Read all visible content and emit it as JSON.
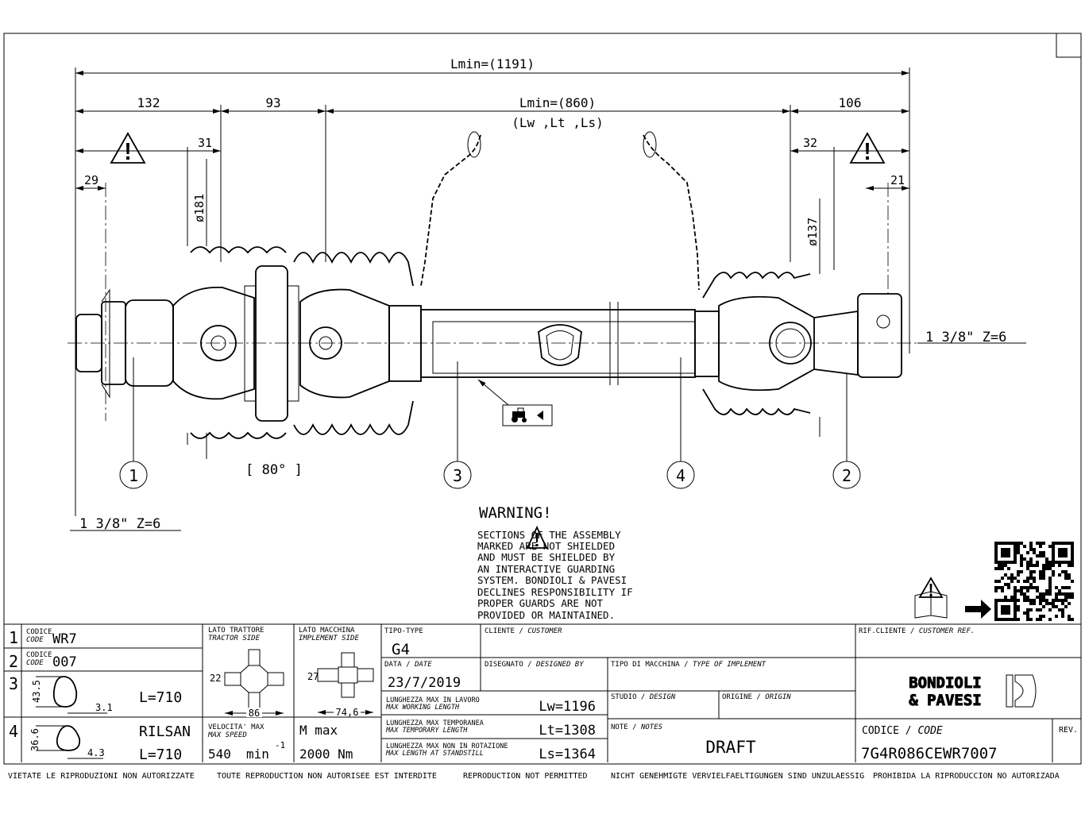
{
  "dimensions": {
    "overall": "Lmin=(1191)",
    "d132": "132",
    "d93": "93",
    "d860": "Lmin=(860)",
    "d860_sub": "(Lw ,Lt ,Ls)",
    "d106": "106",
    "d31": "31",
    "d32": "32",
    "d29": "29",
    "d21": "21",
    "dia181": "ø181",
    "dia137": "ø137",
    "angle": "[ 80° ]",
    "spline_left": "1 3/8\" Z=6",
    "spline_right": "1 3/8\" Z=6"
  },
  "callouts": [
    "1",
    "3",
    "4",
    "2"
  ],
  "warning": {
    "title": "WARNING!",
    "lines": [
      "SECTIONS    OF THE ASSEMBLY",
      "MARKED      ARE NOT SHIELDED",
      "AND MUST BE SHIELDED BY",
      "AN INTERACTIVE GUARDING",
      "SYSTEM. BONDIOLI & PAVESI",
      "DECLINES RESPONSIBILITY IF",
      "PROPER GUARDS ARE NOT",
      "PROVIDED OR MAINTAINED."
    ]
  },
  "title_block": {
    "rows": [
      {
        "num": "1",
        "label_it": "CODICE",
        "label_en": "CODE",
        "value": "WR7"
      },
      {
        "num": "2",
        "label_it": "CODICE",
        "label_en": "CODE",
        "value": "007"
      },
      {
        "num": "3",
        "dim_h": "43.5",
        "dim_t": "3.1",
        "length": "L=710"
      },
      {
        "num": "4",
        "dim_h": "36.6",
        "dim_t": "4.3",
        "coating": "RILSAN",
        "length": "L=710"
      }
    ],
    "tractor_side": {
      "label_it": "LATO TRATTORE",
      "label_en": "TRACTOR SIDE",
      "d1": "22",
      "d2": "86"
    },
    "implement_side": {
      "label_it": "LATO MACCHINA",
      "label_en": "IMPLEMENT SIDE",
      "d1": "27",
      "d2": "74,6"
    },
    "speed": {
      "label_it": "VELOCITA' MAX",
      "label_en": "MAX SPEED",
      "value": "540",
      "unit": "min",
      "exp": "-1"
    },
    "torque": {
      "label": "M max",
      "value": "2000 Nm"
    },
    "type": {
      "label": "TIPO-TYPE",
      "value": "G4"
    },
    "date": {
      "label_it": "DATA /",
      "label_en": "DATE",
      "value": "23/7/2019"
    },
    "customer": {
      "label_it": "CLIENTE /",
      "label_en": "CUSTOMER"
    },
    "designed_by": {
      "label_it": "DISEGNATO /",
      "label_en": "DESIGNED BY"
    },
    "implement_type": {
      "label_it": "TIPO DI MACCHINA /",
      "label_en": "TYPE OF IMPLEMENT"
    },
    "lengths": [
      {
        "label_it": "LUNGHEZZA MAX IN LAVORO",
        "label_en": "MAX WORKING LENGTH",
        "value": "Lw=1196"
      },
      {
        "label_it": "LUNGHEZZA MAX TEMPORANEA",
        "label_en": "MAX TEMPORARY LENGTH",
        "value": "Lt=1308"
      },
      {
        "label_it": "LUNGHEZZA MAX NON IN ROTAZIONE",
        "label_en": "MAX LENGTH AT STANDSTILL",
        "value": "Ls=1364"
      }
    ],
    "studio": {
      "label_it": "STUDIO /",
      "label_en": "DESIGN"
    },
    "origin": {
      "label_it": "ORIGINE /",
      "label_en": "ORIGIN"
    },
    "notes": {
      "label_it": "NOTE /",
      "label_en": "NOTES",
      "value": "DRAFT"
    },
    "customer_ref": {
      "label_it": "RIF.CLIENTE /",
      "label_en": "CUSTOMER REF."
    },
    "brand": {
      "line1": "BONDIOLI",
      "line2": "& PAVESI"
    },
    "code": {
      "label_it": "CODICE /",
      "label_en": "CODE",
      "value": "7G4R086CEWR7007"
    },
    "rev": {
      "label": "REV."
    }
  },
  "footer": [
    "VIETATE LE RIPRODUZIONI NON AUTORIZZATE",
    "TOUTE REPRODUCTION NON AUTORISEE EST INTERDITE",
    "REPRODUCTION NOT PERMITTED",
    "NICHT GENEHMIGTE VERVIELFAELTIGUNGEN SIND UNZULAESSIG",
    "PROHIBIDA LA RIPRODUCCION NO AUTORIZADA"
  ]
}
